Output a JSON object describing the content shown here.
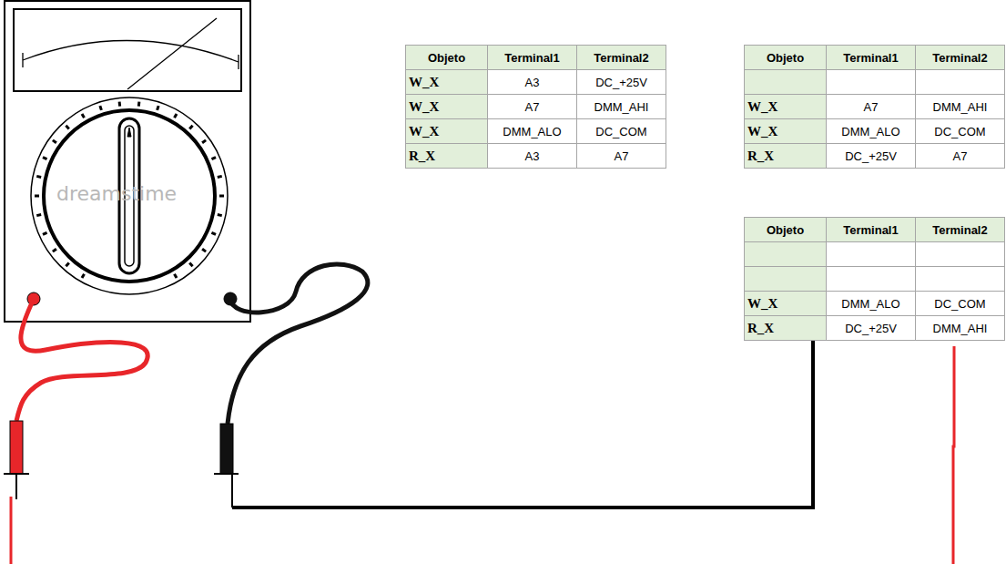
{
  "diagram": {
    "labels": [
      "Objeto",
      "Terminal1",
      "Terminal2",
      "W_X",
      "A3",
      "DC_+25V",
      "W_X",
      "A7",
      "DMM_AHI",
      "W_X",
      "DMM_ALO",
      "DC_COM",
      "R_X",
      "A3",
      "A7",
      "Objeto",
      "Terminal1",
      "Terminal2",
      "W_X",
      "A7",
      "DMM_AHI",
      "W_X",
      "DMM_ALO",
      "DC_COM",
      "R_X",
      "DC_+25V",
      "A7",
      "Objeto",
      "Terminal1",
      "Terminal2",
      "W_X",
      "DMM_ALO",
      "DC_COM",
      "R_X",
      "DC_+25V",
      "DMM_AHI",
      "dreamstime"
    ]
  }
}
